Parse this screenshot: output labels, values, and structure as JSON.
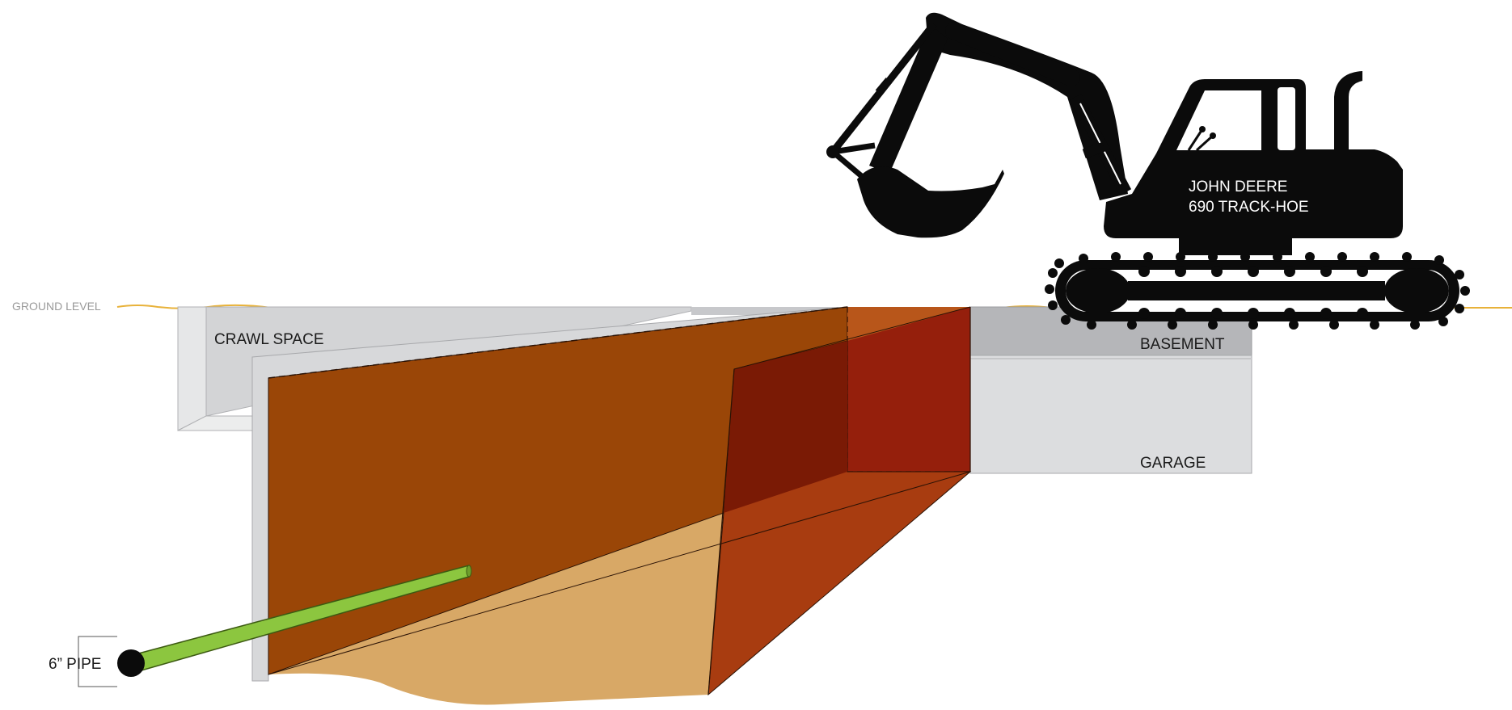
{
  "labels": {
    "ground_level": "GROUND LEVEL",
    "crawl_space": "CRAWL SPACE",
    "basement": "BASEMENT",
    "garage": "GARAGE",
    "pipe": "6” PIPE",
    "excavator_line1": "JOHN DEERE",
    "excavator_line2": "690 TRACK-HOE"
  },
  "colors": {
    "ground_line": "#e8b23a",
    "house_light": "#d8d9db",
    "house_mid": "#c4c5c8",
    "house_dark": "#b3b4b7",
    "trench_front": "#9a4607",
    "trench_side": "#a83c10",
    "trench_end": "#8a2108",
    "trench_dark": "#7a1a05",
    "trench_top": "#b8561a",
    "sand": "#d8a866",
    "pipe": "#8cc63f",
    "machine": "#0b0b0b"
  },
  "icons": {
    "excavator": "excavator-icon",
    "pipe": "pipe-icon"
  }
}
